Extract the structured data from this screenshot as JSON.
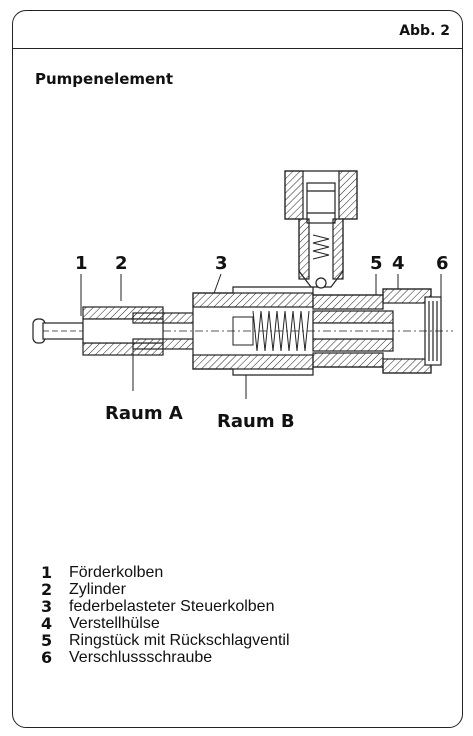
{
  "figure": {
    "label": "Abb. 2",
    "title": "Pumpenelement"
  },
  "callouts": [
    {
      "num": "1"
    },
    {
      "num": "2"
    },
    {
      "num": "3"
    },
    {
      "num": "5"
    },
    {
      "num": "4"
    },
    {
      "num": "6"
    }
  ],
  "regions": {
    "a": "Raum A",
    "b": "Raum B"
  },
  "legend": [
    {
      "num": "1",
      "text": "Förderkolben"
    },
    {
      "num": "2",
      "text": "Zylinder"
    },
    {
      "num": "3",
      "text": "federbelasteter Steuerkolben"
    },
    {
      "num": "4",
      "text": "Verstellhülse"
    },
    {
      "num": "5",
      "text": "Ringstück mit Rückschlagventil"
    },
    {
      "num": "6",
      "text": "Verschlussschraube"
    }
  ]
}
